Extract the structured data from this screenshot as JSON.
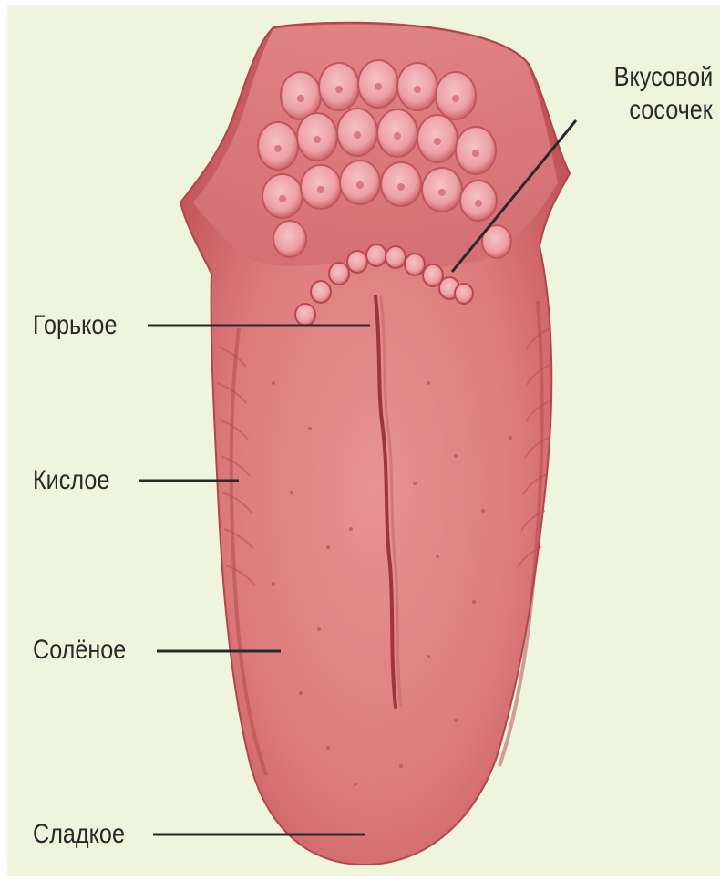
{
  "colors": {
    "background": "#eef5dc",
    "tongue": "#dd7b7c",
    "tongue_shadow": "#b2454b",
    "papilla": "#f0a4a7",
    "leader_line": "#2a2a2a",
    "label_text": "#2a2a2a"
  },
  "labels": {
    "taste_bud": [
      "Вкусовой",
      "сосочек"
    ],
    "bitter": "Горькое",
    "sour": "Кислое",
    "salty": "Солёное",
    "sweet": "Сладкое"
  }
}
